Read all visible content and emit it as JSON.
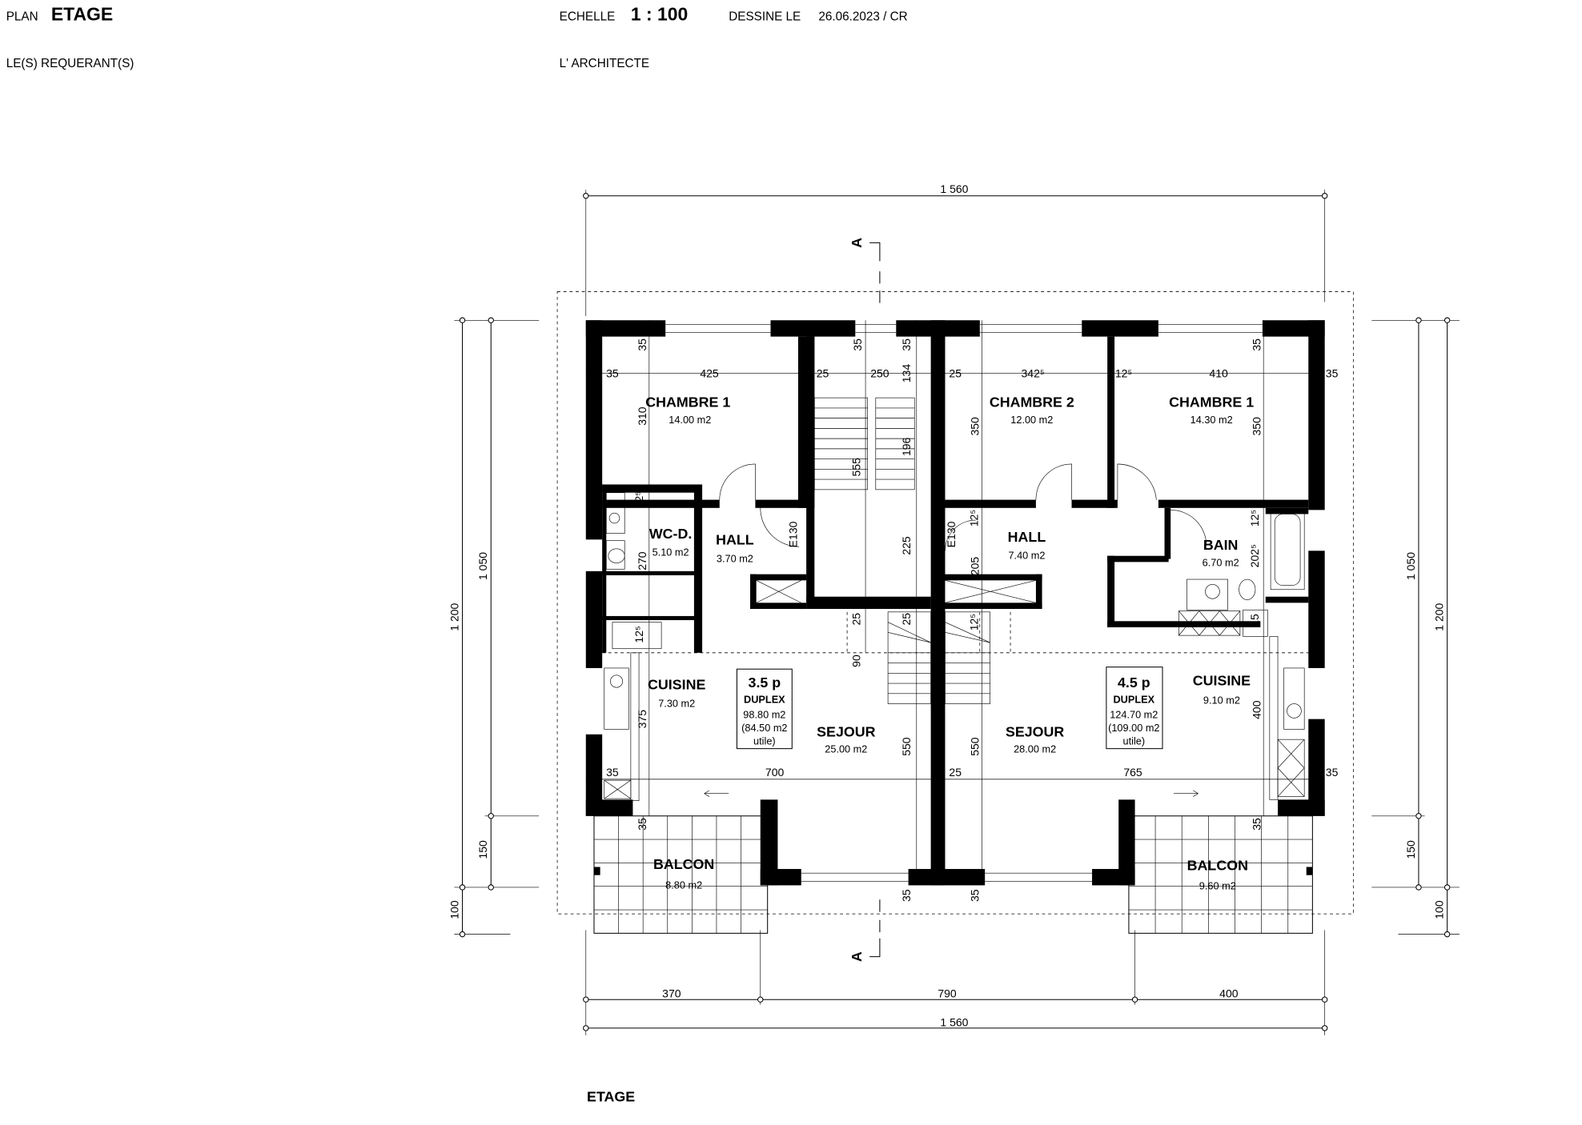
{
  "header": {
    "plan_label": "PLAN",
    "plan_name": "ETAGE",
    "scale_label": "ECHELLE",
    "scale_value": "1 : 100",
    "drawn_label": "DESSINE LE",
    "drawn_value": "26.06.2023 / CR",
    "applicants_label": "LE(S) REQUERANT(S)",
    "architect_label": "L' ARCHITECTE"
  },
  "rooms": [
    {
      "name": "CHAMBRE 1",
      "area": "14.00 m2"
    },
    {
      "name": "CHAMBRE 2",
      "area": "12.00 m2"
    },
    {
      "name": "CHAMBRE 1",
      "area": "14.30 m2"
    },
    {
      "name": "WC-D.",
      "area": "5.10 m2"
    },
    {
      "name": "HALL",
      "area": "3.70 m2"
    },
    {
      "name": "HALL",
      "area": "7.40 m2"
    },
    {
      "name": "BAIN",
      "area": "6.70 m2"
    },
    {
      "name": "CUISINE",
      "area": "7.30 m2"
    },
    {
      "name": "CUISINE",
      "area": "9.10 m2"
    },
    {
      "name": "SEJOUR",
      "area": "25.00 m2"
    },
    {
      "name": "SEJOUR",
      "area": "28.00 m2"
    },
    {
      "name": "BALCON",
      "area": "8.80 m2"
    },
    {
      "name": "BALCON",
      "area": "9.60 m2"
    }
  ],
  "units": [
    {
      "type": "3.5 p",
      "kind": "DUPLEX",
      "area": "98.80 m2",
      "useful": "(84.50 m2",
      "useful_suffix": "utile)"
    },
    {
      "type": "4.5 p",
      "kind": "DUPLEX",
      "area": "124.70 m2",
      "useful": "(109.00 m2",
      "useful_suffix": "utile)"
    }
  ],
  "dimensions": {
    "top_total": "1 560",
    "bottom_total": "1 560",
    "bottom_parts": [
      "370",
      "790",
      "400"
    ],
    "left": [
      "1 200",
      "1 050",
      "150",
      "100"
    ],
    "right": [
      "1 050",
      "1 200",
      "150",
      "100"
    ],
    "interior": [
      "35",
      "35",
      "425",
      "25",
      "250",
      "134",
      "35",
      "35",
      "25",
      "342⁵",
      "12⁵",
      "410",
      "35",
      "35",
      "310",
      "555",
      "196",
      "350",
      "350",
      "12⁵",
      "270",
      "E130",
      "225",
      "E130",
      "12⁵",
      "205",
      "12⁵",
      "202⁵",
      "25",
      "25",
      "12⁵",
      "90",
      "12⁵",
      "15",
      "375",
      "550",
      "550",
      "400",
      "35",
      "700",
      "25",
      "765",
      "35",
      "35",
      "35",
      "35",
      "35"
    ]
  },
  "section_marker": "A",
  "drawing_title": "ETAGE"
}
